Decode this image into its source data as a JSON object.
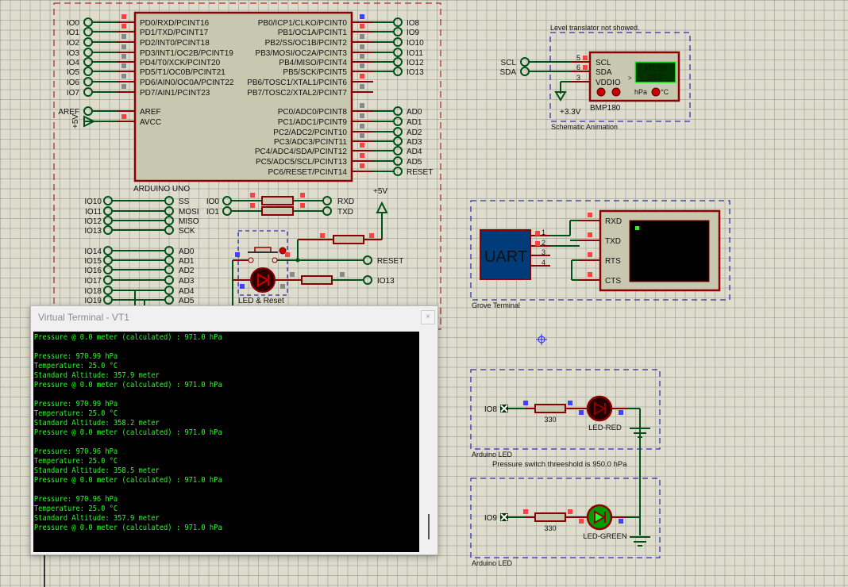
{
  "colors": {
    "wire": "#00501a",
    "pin": "#8b0000",
    "chip_fill": "#c8c8b0",
    "chip_border": "#8b0000",
    "probe_red": "#ff4040",
    "probe_blue": "#4040ff",
    "probe_gray": "#888888",
    "dash_blue": "#0000aa",
    "terminal_text": "#22ff22"
  },
  "arduino": {
    "name": "ARDUINO UNO",
    "left_pins": [
      {
        "net": "IO0",
        "pin": "PD0/RXD/PCINT16",
        "probe": "red"
      },
      {
        "net": "IO1",
        "pin": "PD1/TXD/PCINT17",
        "probe": "red"
      },
      {
        "net": "IO2",
        "pin": "PD2/INT0/PCINT18",
        "probe": "gray"
      },
      {
        "net": "IO3",
        "pin": "PD3/INT1/OC2B/PCINT19",
        "probe": "gray"
      },
      {
        "net": "IO4",
        "pin": "PD4/T0/XCK/PCINT20",
        "probe": "gray"
      },
      {
        "net": "IO5",
        "pin": "PD5/T1/OC0B/PCINT21",
        "probe": "gray"
      },
      {
        "net": "IO6",
        "pin": "PD6/AIN0/OC0A/PCINT22",
        "probe": "gray"
      },
      {
        "net": "IO7",
        "pin": "PD7/AIN1/PCINT23",
        "probe": "gray"
      }
    ],
    "aref": {
      "net": "AREF",
      "pin": "AREF"
    },
    "avcc": {
      "net": "+5V",
      "pin": "AVCC"
    },
    "right_pins_b": [
      {
        "net": "IO8",
        "pin": "PB0/ICP1/CLKO/PCINT0",
        "probe": "blue"
      },
      {
        "net": "IO9",
        "pin": "PB1/OC1A/PCINT1",
        "probe": "red"
      },
      {
        "net": "IO10",
        "pin": "PB2/SS/OC1B/PCINT2",
        "probe": "gray"
      },
      {
        "net": "IO11",
        "pin": "PB3/MOSI/OC2A/PCINT3",
        "probe": "gray"
      },
      {
        "net": "IO12",
        "pin": "PB4/MISO/PCINT4",
        "probe": "gray"
      },
      {
        "net": "IO13",
        "pin": "PB5/SCK/PCINT5",
        "probe": "gray"
      },
      {
        "net": "",
        "pin": "PB6/TOSC1/XTAL1/PCINT6",
        "probe": "red"
      },
      {
        "net": "",
        "pin": "PB7/TOSC2/XTAL2/PCINT7",
        "probe": "gray"
      }
    ],
    "right_pins_c": [
      {
        "net": "AD0",
        "pin": "PC0/ADC0/PCINT8",
        "probe": "gray"
      },
      {
        "net": "AD1",
        "pin": "PC1/ADC1/PCINT9",
        "probe": "gray"
      },
      {
        "net": "AD2",
        "pin": "PC2/ADC2/PCINT10",
        "probe": "gray"
      },
      {
        "net": "AD3",
        "pin": "PC3/ADC3/PCINT11",
        "probe": "gray"
      },
      {
        "net": "AD4",
        "pin": "PC4/ADC4/SDA/PCINT12",
        "probe": "red"
      },
      {
        "net": "AD5",
        "pin": "PC5/ADC5/SCL/PCINT13",
        "probe": "red"
      },
      {
        "net": "RESET",
        "pin": "PC6/RESET/PCINT14",
        "probe": "red"
      }
    ]
  },
  "aliases": {
    "spi": [
      [
        "IO10",
        "SS"
      ],
      [
        "IO11",
        "MOSI"
      ],
      [
        "IO12",
        "MISO"
      ],
      [
        "IO13",
        "SCK"
      ]
    ],
    "analog": [
      [
        "IO14",
        "AD0"
      ],
      [
        "IO15",
        "AD1"
      ],
      [
        "IO16",
        "AD2"
      ],
      [
        "IO17",
        "AD3"
      ],
      [
        "IO18",
        "AD4"
      ],
      [
        "IO19",
        "AD5"
      ]
    ],
    "serial": [
      [
        "IO0",
        "RXD"
      ],
      [
        "IO1",
        "TXD"
      ]
    ]
  },
  "reset_block": {
    "supply": "+5V",
    "reset_net": "RESET",
    "led_net": "IO13",
    "label": "LED & Reset"
  },
  "bmp180": {
    "note": "Level translator not showed.",
    "scl": "SCL",
    "sda": "SDA",
    "pins": [
      {
        "num": "5",
        "name": "SCL"
      },
      {
        "num": "6",
        "name": "SDA"
      },
      {
        "num": "3",
        "name": "VDDIO"
      }
    ],
    "supply": "+3.3V",
    "name": "BMP180",
    "pressure": "971.00",
    "temperature": "25.0",
    "unit_p": "hPa",
    "unit_t": "°C",
    "arrow": ">",
    "label": "Schematic Animation"
  },
  "grove": {
    "uart": "UART",
    "uart_pins": [
      "1",
      "2",
      "3",
      "4"
    ],
    "term_pins": [
      "RXD",
      "TXD",
      "RTS",
      "CTS"
    ],
    "label": "Grove Terminal"
  },
  "leds": [
    {
      "net": "IO8",
      "resistor": "330",
      "name": "LED-RED",
      "label": "Arduino LED",
      "state": "off"
    },
    {
      "net": "IO9",
      "resistor": "330",
      "name": "LED-GREEN",
      "label": "Arduino LED",
      "state": "on"
    }
  ],
  "threshold_note": "Pressure switch threeshold is 950.0 hPa",
  "virtual_terminal": {
    "title": "Virtual Terminal - VT1",
    "close": "×",
    "lines": [
      "Pressure @ 0.0 meter (calculated) : 971.0 hPa",
      "",
      "Pressure: 970.99 hPa",
      "Temperature: 25.0 °C",
      "Standard Altitude: 357.9 meter",
      "Pressure @ 0.0 meter (calculated) : 971.0 hPa",
      "",
      "Pressure: 970.99 hPa",
      "Temperature: 25.0 °C",
      "Standard Altitude: 358.2 meter",
      "Pressure @ 0.0 meter (calculated) : 971.0 hPa",
      "",
      "Pressure: 970.96 hPa",
      "Temperature: 25.0 °C",
      "Standard Altitude: 358.5 meter",
      "Pressure @ 0.0 meter (calculated) : 971.0 hPa",
      "",
      "Pressure: 970.96 hPa",
      "Temperature: 25.0 °C",
      "Standard Altitude: 357.9 meter",
      "Pressure @ 0.0 meter (calculated) : 971.0 hPa"
    ]
  }
}
